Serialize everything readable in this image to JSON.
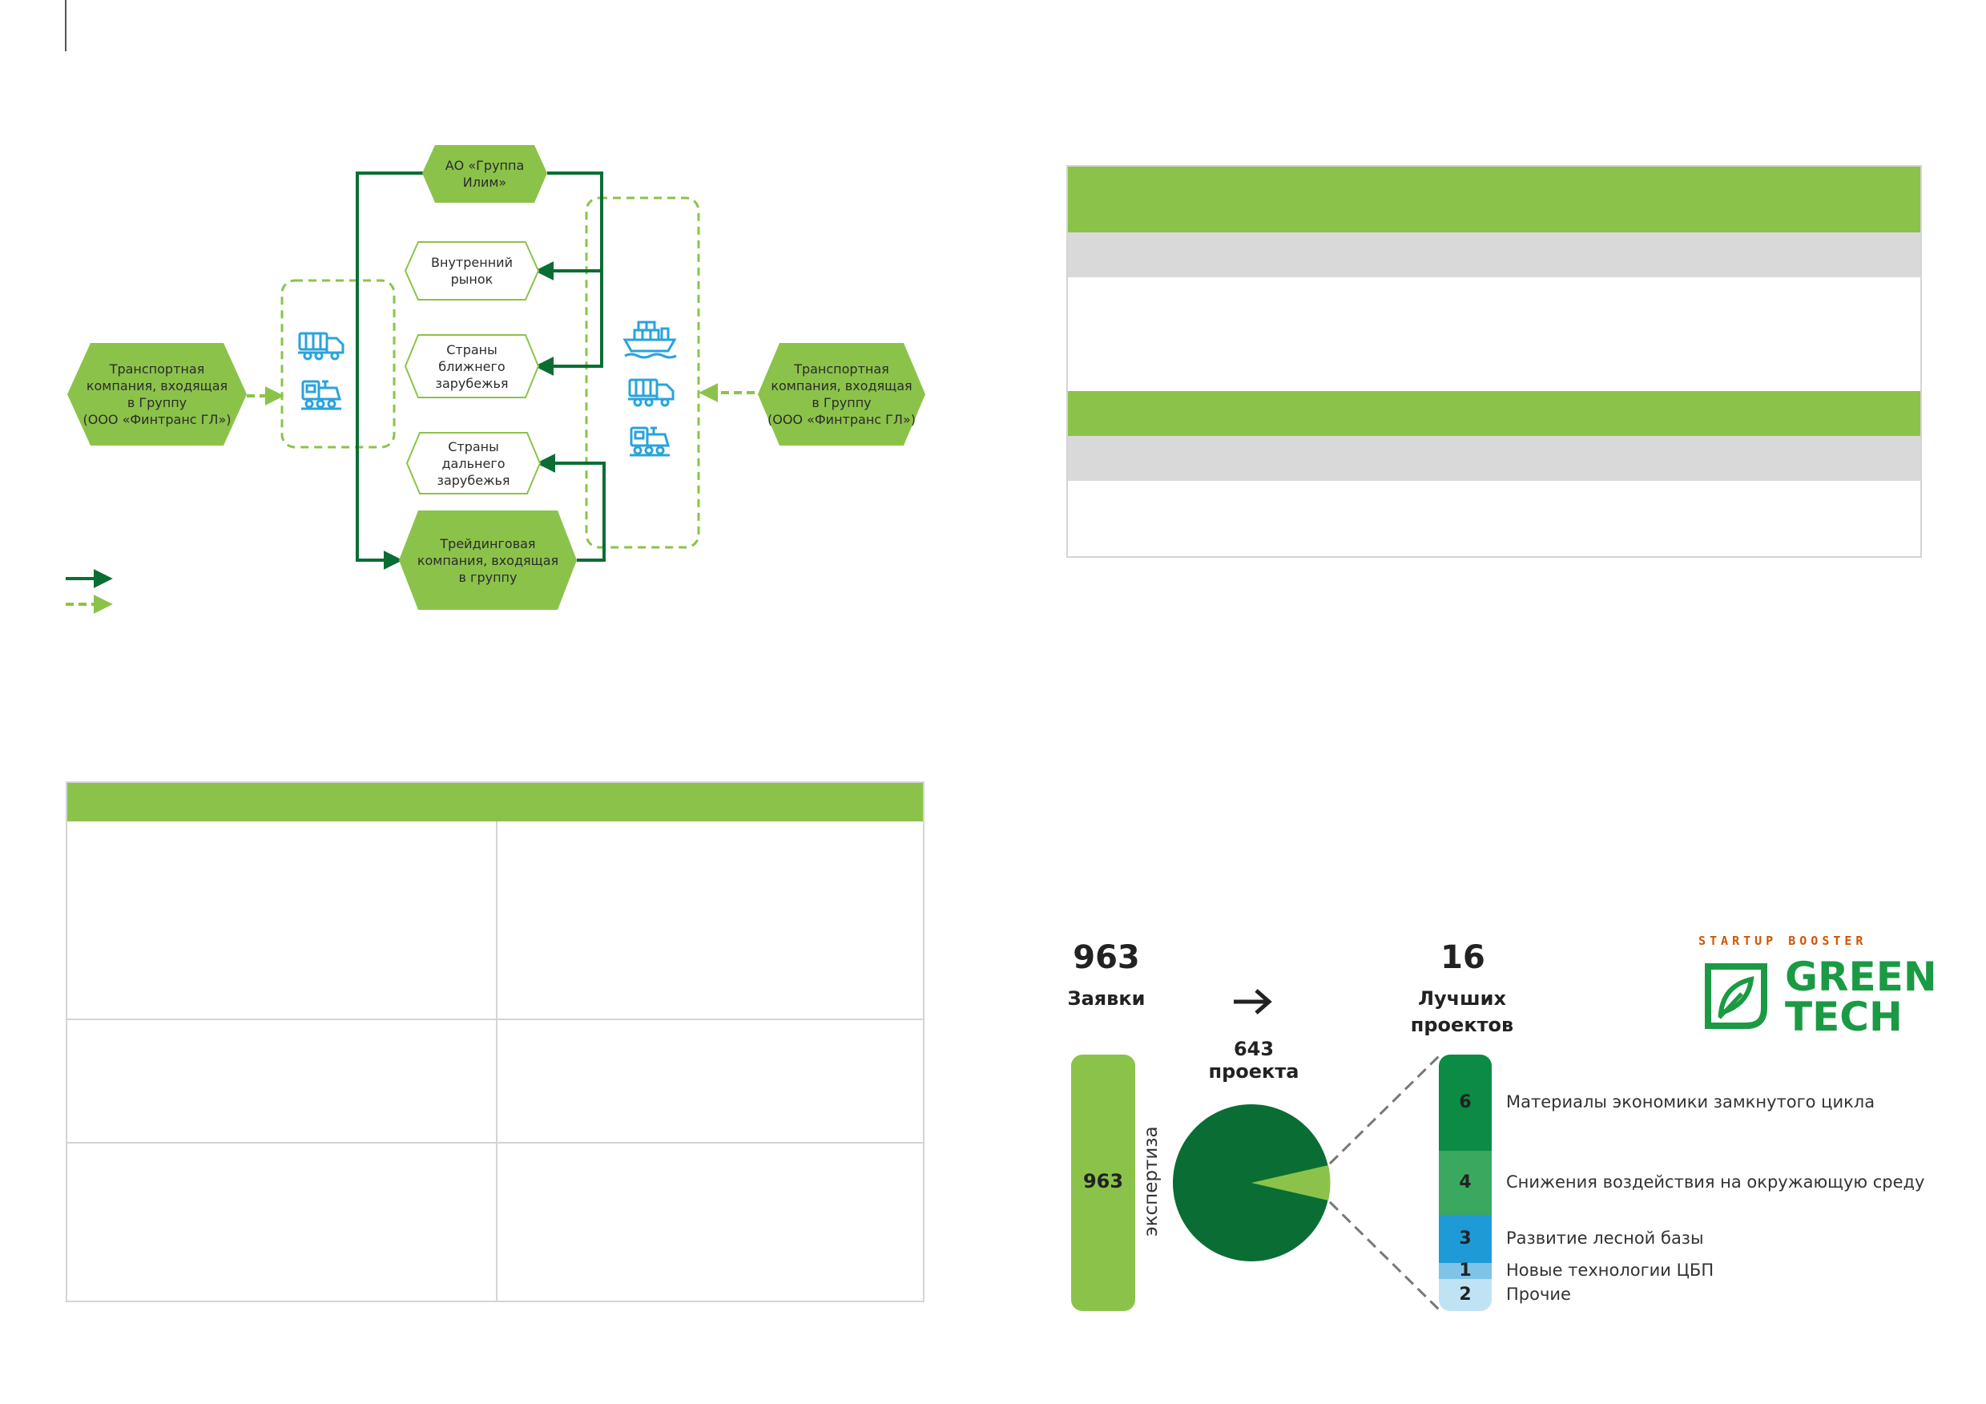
{
  "diagram": {
    "nodes": {
      "group_ilim": "АО «Группа\nИлим»",
      "domestic": "Внутренний\nрынок",
      "near_abroad": "Страны\nближнего\nзарубежья",
      "far_abroad": "Страны\nдальнего\nзарубежья",
      "trading": "Трейдинговая\nкомпания, входящая\nв группу",
      "transport_left": "Транспортная\nкомпания, входящая\nв Группу\n(ООО «Финтранс ГЛ»)",
      "transport_right": "Транспортная\nкомпания, входящая\nв Группу\n(ООО «Финтранс ГЛ»)"
    },
    "icons_left": [
      "timber-truck-icon",
      "locomotive-icon"
    ],
    "icons_right": [
      "cargo-ship-icon",
      "timber-truck-icon",
      "locomotive-icon"
    ],
    "legend": [
      "solid-arrow",
      "dashed-arrow"
    ]
  },
  "infographic": {
    "applications_count": "963",
    "applications_label": "Заявки",
    "bar_value": "963",
    "bar_caption": "экспертиза",
    "mid_count": "643",
    "mid_label": "проекта",
    "best_count": "16",
    "best_label": "Лучших\nпроектов",
    "logo_top": "STARTUP BOOSTER",
    "logo_line1": "GREEN",
    "logo_line2": "TECH"
  },
  "chart_data": {
    "type": "bar",
    "stacked": true,
    "categories": [
      "Материалы экономики замкнутого цикла",
      "Снижения воздействия на окружающую среду",
      "Развитие лесной базы",
      "Новые технологии ЦБП",
      "Прочие"
    ],
    "values": [
      6,
      4,
      3,
      1,
      2
    ],
    "value_labels": [
      "6",
      "4",
      "3",
      "1",
      "2"
    ],
    "colors": [
      "#0b8b43",
      "#3aa85e",
      "#1e9bd7",
      "#7fc3e6",
      "#bfe3f5"
    ]
  },
  "colors": {
    "dark_green": "#0a6e34",
    "light_green": "#8bc34a",
    "gray_band": "#d9d9d9",
    "table_border": "#d4d4d4",
    "icon_blue": "#29a3dc"
  }
}
